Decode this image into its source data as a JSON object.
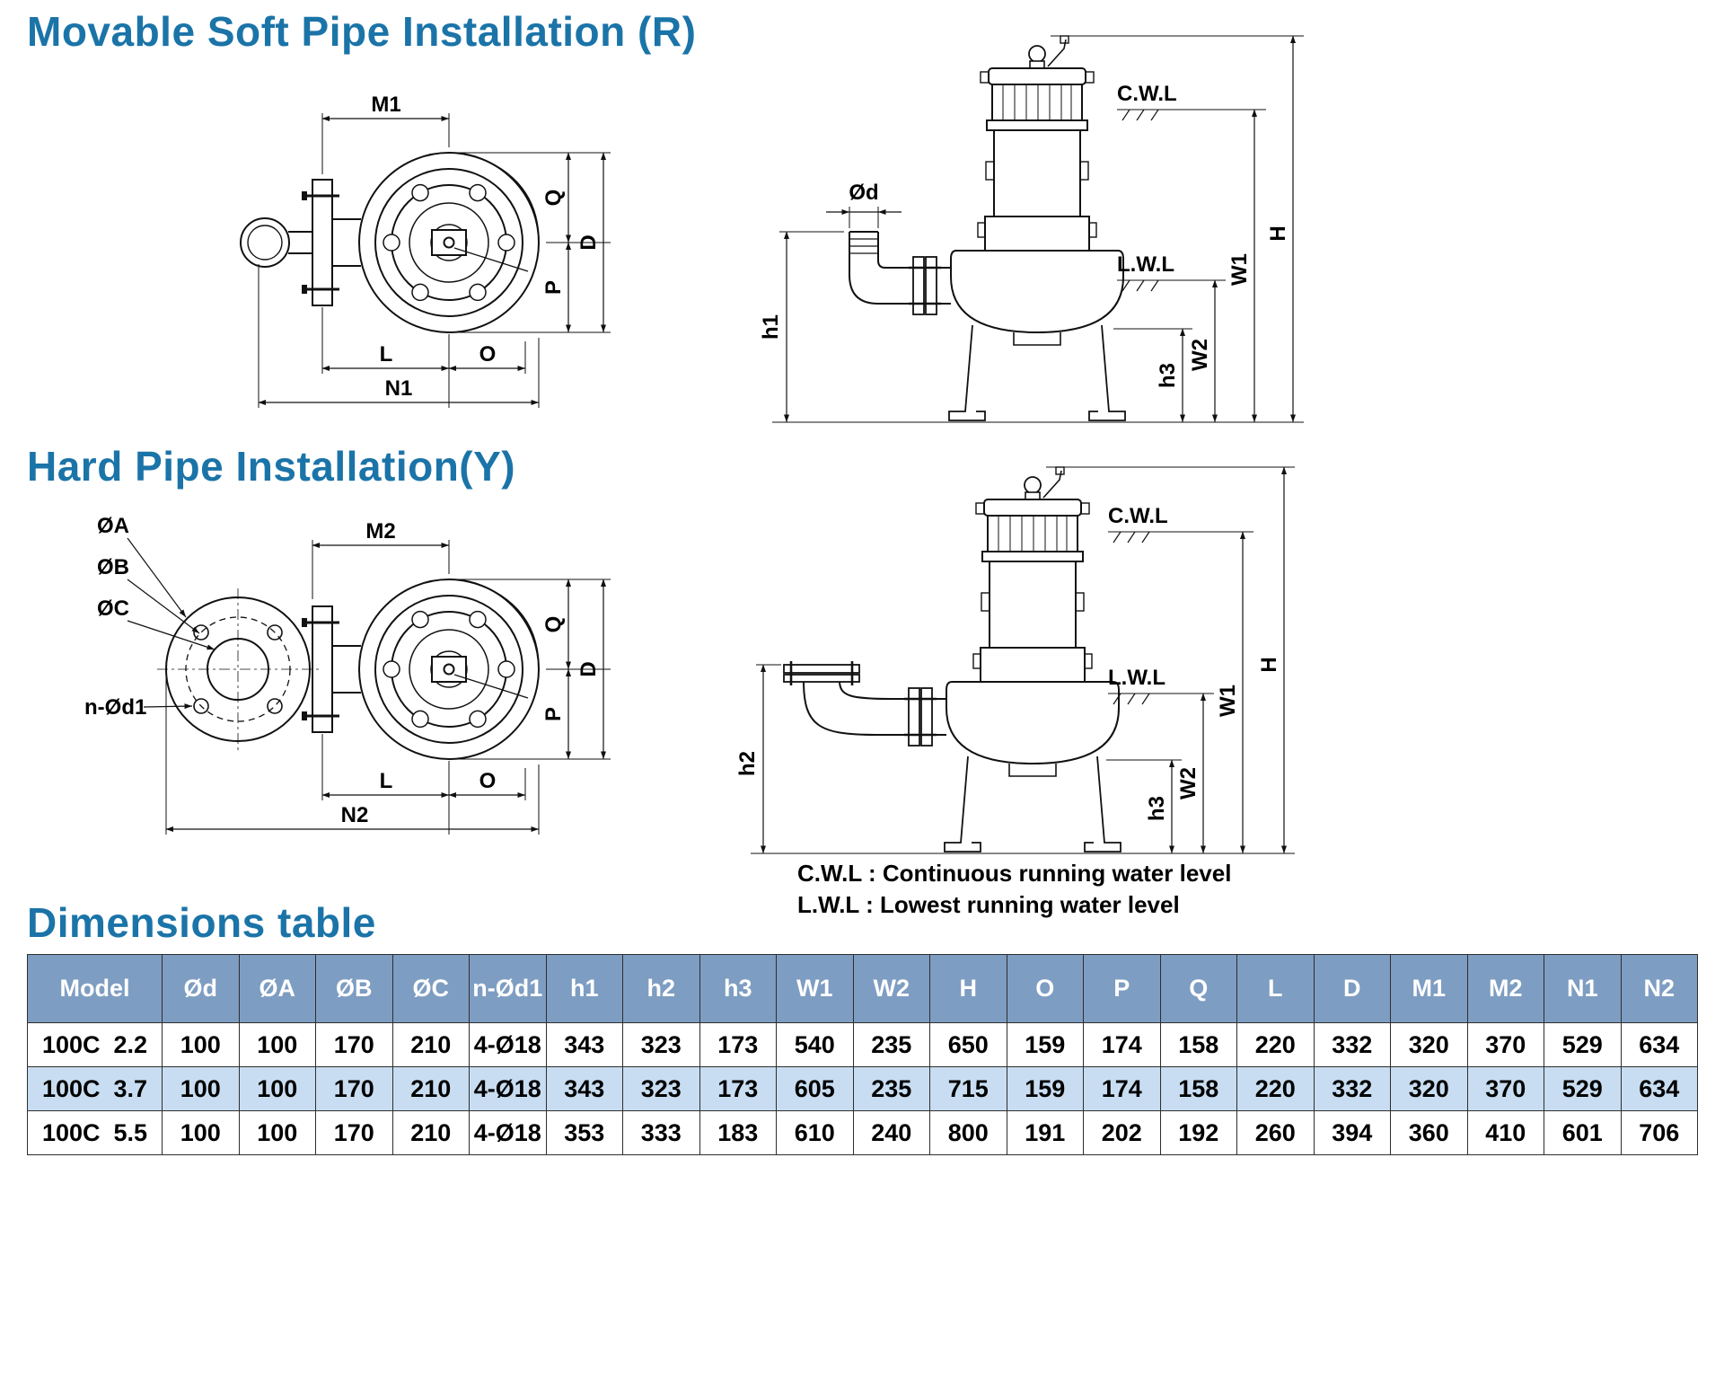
{
  "titles": {
    "soft": "Movable Soft Pipe Installation (R)",
    "hard": "Hard Pipe Installation(Y)",
    "table": "Dimensions table"
  },
  "legend": {
    "cwl_line": "C.W.L : Continuous running water level",
    "lwl_line": "L.W.L : Lowest running water level"
  },
  "labels": {
    "m1": "M1",
    "m2": "M2",
    "q": "Q",
    "d": "D",
    "p": "P",
    "l": "L",
    "o": "O",
    "n1": "N1",
    "n2": "N2",
    "od": "Ød",
    "oa": "ØA",
    "ob": "ØB",
    "oc": "ØC",
    "nod1": "n-Ød1",
    "h1": "h1",
    "h2": "h2",
    "h3": "h3",
    "w1": "W1",
    "w2": "W2",
    "h": "H",
    "cwl": "C.W.L",
    "lwl": "L.W.L"
  },
  "colors": {
    "heading_blue": "#1b74a8",
    "table_header_bg": "#7e9dc2",
    "table_header_text": "#ffffff",
    "table_alt_row_bg": "#c8ddf1",
    "line_color": "#111111"
  },
  "table": {
    "headers": [
      "Model",
      "Ød",
      "ØA",
      "ØB",
      "ØC",
      "n-Ød1",
      "h1",
      "h2",
      "h3",
      "W1",
      "W2",
      "H",
      "O",
      "P",
      "Q",
      "L",
      "D",
      "M1",
      "M2",
      "N1",
      "N2"
    ],
    "rows": [
      [
        "100C  2.2",
        "100",
        "100",
        "170",
        "210",
        "4-Ø18",
        "343",
        "323",
        "173",
        "540",
        "235",
        "650",
        "159",
        "174",
        "158",
        "220",
        "332",
        "320",
        "370",
        "529",
        "634"
      ],
      [
        "100C  3.7",
        "100",
        "100",
        "170",
        "210",
        "4-Ø18",
        "343",
        "323",
        "173",
        "605",
        "235",
        "715",
        "159",
        "174",
        "158",
        "220",
        "332",
        "320",
        "370",
        "529",
        "634"
      ],
      [
        "100C  5.5",
        "100",
        "100",
        "170",
        "210",
        "4-Ø18",
        "353",
        "333",
        "183",
        "610",
        "240",
        "800",
        "191",
        "202",
        "192",
        "260",
        "394",
        "360",
        "410",
        "601",
        "706"
      ]
    ]
  }
}
